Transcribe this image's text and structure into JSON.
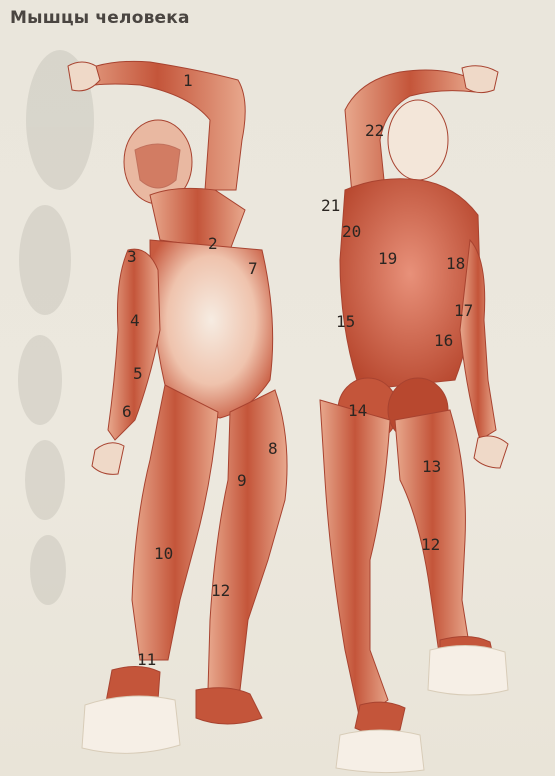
{
  "title": "Мышцы человека",
  "colors": {
    "background": "#ece8df",
    "muscle": "#c4553a",
    "muscle_light": "#e4967a",
    "skin": "#f3e6d9",
    "title": "#4a4541"
  },
  "labels": [
    "1",
    "2",
    "3",
    "4",
    "5",
    "6",
    "7",
    "8",
    "9",
    "10",
    "11",
    "12",
    "13",
    "14",
    "15",
    "16",
    "17",
    "18",
    "19",
    "20",
    "21",
    "22",
    "12"
  ]
}
